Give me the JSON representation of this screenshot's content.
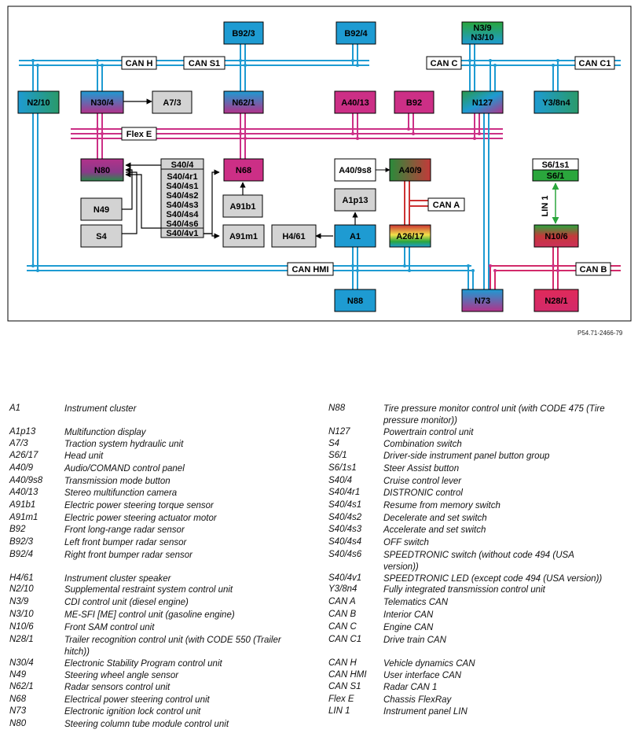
{
  "diagram": {
    "reference": "P54.71-2466-79",
    "nodes": {
      "N2_10": "N2/10",
      "N30_4": "N30/4",
      "A7_3": "A7/3",
      "N62_1": "N62/1",
      "A40_13": "A40/13",
      "B92": "B92",
      "N127": "N127",
      "Y3_8n4": "Y3/8n4",
      "B92_3": "B92/3",
      "B92_4": "B92/4",
      "N3_9": "N3/9",
      "N3_10": "N3/10",
      "N80": "N80",
      "N68": "N68",
      "A40_9s8": "A40/9s8",
      "A40_9": "A40/9",
      "S6_1s1": "S6/1s1",
      "S6_1": "S6/1",
      "N49": "N49",
      "S4": "S4",
      "A91b1": "A91b1",
      "A91m1": "A91m1",
      "A1p13": "A1p13",
      "H4_61": "H4/61",
      "A1": "A1",
      "A26_17": "A26/17",
      "N10_6": "N10/6",
      "N88": "N88",
      "N73": "N73",
      "N28_1": "N28/1",
      "S40_4": "S40/4",
      "S40_4r1": "S40/4r1",
      "S40_4s1": "S40/4s1",
      "S40_4s2": "S40/4s2",
      "S40_4s3": "S40/4s3",
      "S40_4s4": "S40/4s4",
      "S40_4s6": "S40/4s6",
      "S40_4v1": "S40/4v1"
    },
    "bus_labels": {
      "can_h": "CAN H",
      "can_s1": "CAN S1",
      "can_c": "CAN C",
      "can_c1": "CAN C1",
      "flex_e": "Flex E",
      "can_a": "CAN A",
      "can_hmi": "CAN HMI",
      "can_b": "CAN B",
      "lin_1": "LIN 1"
    },
    "colors": {
      "can_blue": "#1e9bd2",
      "flex_magenta": "#cc2f86",
      "can_red": "#cc3333",
      "lin_green": "#2aa63c",
      "gray_box": "#d3d3d3",
      "frame": "#000000"
    }
  },
  "legend_left": [
    {
      "code": "A1",
      "desc": "Instrument cluster"
    },
    {
      "code": "A1p13",
      "desc": "Multifunction display"
    },
    {
      "code": "A7/3",
      "desc": "Traction system hydraulic unit"
    },
    {
      "code": "A26/17",
      "desc": "Head unit"
    },
    {
      "code": "A40/9",
      "desc": "Audio/COMAND control panel"
    },
    {
      "code": "A40/9s8",
      "desc": "Transmission mode button"
    },
    {
      "code": "A40/13",
      "desc": "Stereo multifunction camera"
    },
    {
      "code": "A91b1",
      "desc": "Electric power steering torque sensor"
    },
    {
      "code": "A91m1",
      "desc": "Electric power steering actuator motor"
    },
    {
      "code": "B92",
      "desc": "Front long-range radar sensor"
    },
    {
      "code": "B92/3",
      "desc": "Left front bumper radar sensor"
    },
    {
      "code": "B92/4",
      "desc": "Right front bumper radar sensor"
    },
    {
      "code": "H4/61",
      "desc": "Instrument cluster speaker"
    },
    {
      "code": "N2/10",
      "desc": "Supplemental restraint system control unit"
    },
    {
      "code": "N3/9",
      "desc": "CDI control unit (diesel engine)"
    },
    {
      "code": "N3/10",
      "desc": "ME-SFI [ME] control unit (gasoline engine)"
    },
    {
      "code": "N10/6",
      "desc": "Front SAM control unit"
    },
    {
      "code": "N28/1",
      "desc": "Trailer recognition control unit (with CODE 550 (Trailer hitch))"
    },
    {
      "code": "N30/4",
      "desc": "Electronic Stability Program control unit"
    },
    {
      "code": "N49",
      "desc": "Steering wheel angle sensor"
    },
    {
      "code": "N62/1",
      "desc": "Radar sensors control unit"
    },
    {
      "code": "N68",
      "desc": "Electrical power steering control unit"
    },
    {
      "code": "N73",
      "desc": "Electronic ignition lock control unit"
    },
    {
      "code": "N80",
      "desc": "Steering column tube module control unit"
    }
  ],
  "legend_right": [
    {
      "code": "N88",
      "desc": "Tire pressure monitor control unit (with CODE 475 (Tire pressure monitor))"
    },
    {
      "code": "N127",
      "desc": "Powertrain control unit"
    },
    {
      "code": "S4",
      "desc": "Combination switch"
    },
    {
      "code": "S6/1",
      "desc": "Driver-side instrument panel button group"
    },
    {
      "code": "S6/1s1",
      "desc": "Steer Assist button"
    },
    {
      "code": "S40/4",
      "desc": "Cruise control lever"
    },
    {
      "code": "S40/4r1",
      "desc": "DISTRONIC control"
    },
    {
      "code": "S40/4s1",
      "desc": "Resume from memory switch"
    },
    {
      "code": "S40/4s2",
      "desc": "Decelerate and set switch"
    },
    {
      "code": "S40/4s3",
      "desc": "Accelerate and set switch"
    },
    {
      "code": "S40/4s4",
      "desc": "OFF switch"
    },
    {
      "code": "S40/4s6",
      "desc": "SPEEDTRONIC switch (without code 494 (USA version))"
    },
    {
      "code": "S40/4v1",
      "desc": "SPEEDTRONIC LED (except code 494 (USA version))"
    },
    {
      "code": "Y3/8n4",
      "desc": "Fully integrated transmission control unit"
    },
    {
      "code": "CAN A",
      "desc": "Telematics CAN"
    },
    {
      "code": "CAN B",
      "desc": "Interior CAN"
    },
    {
      "code": "CAN C",
      "desc": "Engine CAN"
    },
    {
      "code": "CAN C1",
      "desc": "Drive train CAN"
    },
    {
      "code": "CAN H",
      "desc": "Vehicle dynamics CAN"
    },
    {
      "code": "CAN HMI",
      "desc": "User interface CAN"
    },
    {
      "code": "CAN S1",
      "desc": "Radar CAN 1"
    },
    {
      "code": "Flex E",
      "desc": "Chassis FlexRay"
    },
    {
      "code": "LIN 1",
      "desc": "Instrument panel LIN"
    }
  ]
}
